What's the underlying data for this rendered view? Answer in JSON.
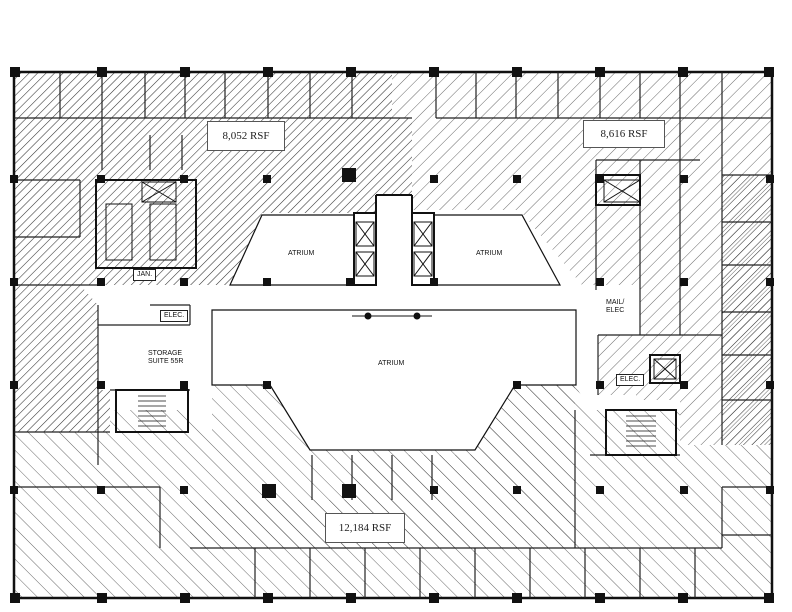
{
  "suites": [
    {
      "name": "suite-northwest",
      "rsf": "8,052 RSF",
      "hatch": "hatch-dense"
    },
    {
      "name": "suite-northeast",
      "rsf": "8,616 RSF",
      "hatch": "hatch-light"
    },
    {
      "name": "suite-south",
      "rsf": "12,184 RSF",
      "hatch": "hatch-back"
    }
  ],
  "labels": {
    "atrium_left": "ATRIUM",
    "atrium_right": "ATRIUM",
    "atrium_center": "ATRIUM",
    "jan": "JAN.",
    "elec_west": "ELEC.",
    "storage_1": "STORAGE",
    "storage_2": "SUITE 55R",
    "mail_1": "MAIL/",
    "mail_2": "ELEC",
    "elec_east": "ELEC."
  },
  "colors": {
    "wall": "#111111",
    "hatch": "#333333",
    "background": "#ffffff"
  }
}
